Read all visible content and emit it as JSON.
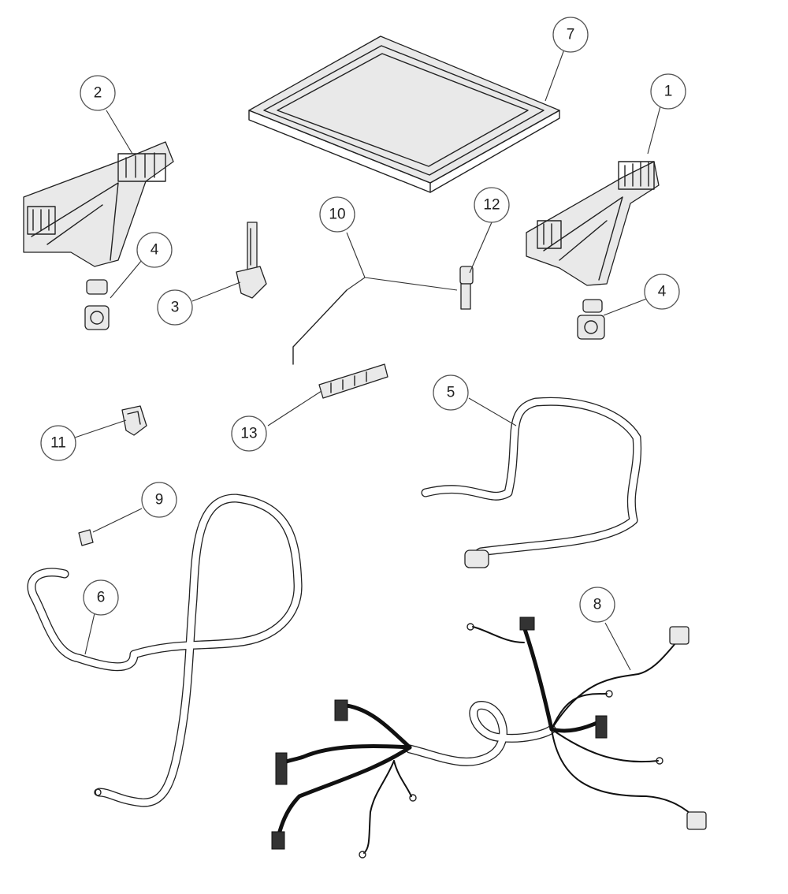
{
  "callouts": [
    {
      "id": "c1",
      "label": "1"
    },
    {
      "id": "c2",
      "label": "2"
    },
    {
      "id": "c3",
      "label": "3"
    },
    {
      "id": "c4a",
      "label": "4"
    },
    {
      "id": "c4b",
      "label": "4"
    },
    {
      "id": "c5",
      "label": "5"
    },
    {
      "id": "c6",
      "label": "6"
    },
    {
      "id": "c7",
      "label": "7"
    },
    {
      "id": "c8",
      "label": "8"
    },
    {
      "id": "c9",
      "label": "9"
    },
    {
      "id": "c10",
      "label": "10"
    },
    {
      "id": "c11",
      "label": "11"
    },
    {
      "id": "c12",
      "label": "12"
    },
    {
      "id": "c13",
      "label": "13"
    }
  ]
}
